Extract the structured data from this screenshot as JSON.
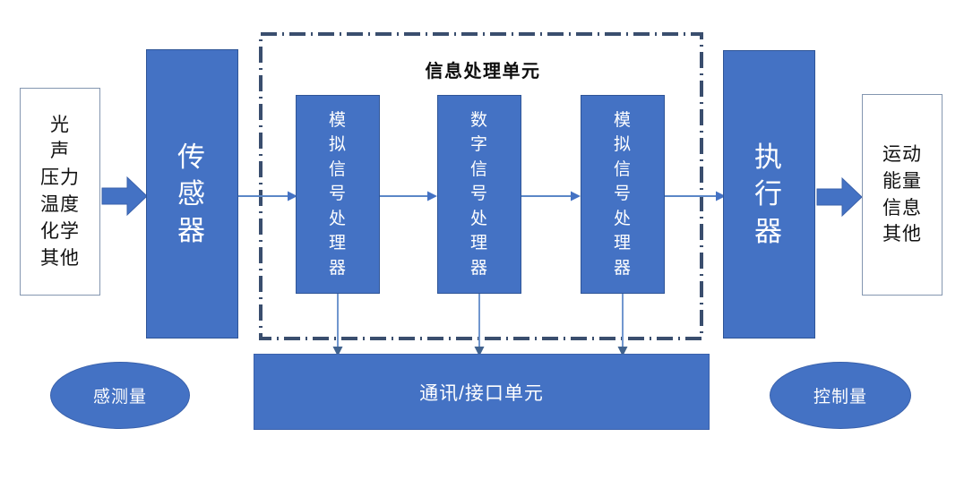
{
  "diagram": {
    "title": "信息处理单元",
    "colors": {
      "fill_blue": "#4472C4",
      "stroke_blue": "#2F5597",
      "frame_navy": "#3A4E6E",
      "connector_blue": "#5B87C7",
      "box_outline": "#8496B0",
      "text_white": "#FFFFFF",
      "text_black": "#111111",
      "background": "#FFFFFF"
    },
    "input_box": {
      "name": "input-quantities",
      "lines": [
        "光",
        "声",
        "压力",
        "温度",
        "化学",
        "其他"
      ]
    },
    "sensor_box": {
      "name": "sensor",
      "lines": [
        "传",
        "感",
        "器"
      ]
    },
    "processing_unit": {
      "label": "信息处理单元",
      "blocks": [
        {
          "id": "analog-front",
          "lines": [
            "模",
            "拟",
            "信",
            "号",
            "处",
            "理",
            "器"
          ]
        },
        {
          "id": "digital",
          "lines": [
            "数",
            "字",
            "信",
            "号",
            "处",
            "理",
            "器"
          ]
        },
        {
          "id": "analog-back",
          "lines": [
            "模",
            "拟",
            "信",
            "号",
            "处",
            "理",
            "器"
          ]
        }
      ]
    },
    "actuator_box": {
      "name": "actuator",
      "lines": [
        "执",
        "行",
        "器"
      ]
    },
    "output_box": {
      "name": "output-quantities",
      "lines": [
        "运动",
        "能量",
        "信息",
        "其他"
      ]
    },
    "comm_bar": {
      "label": "通讯/接口单元"
    },
    "ellipses": {
      "left": "感测量",
      "right": "控制量"
    }
  }
}
